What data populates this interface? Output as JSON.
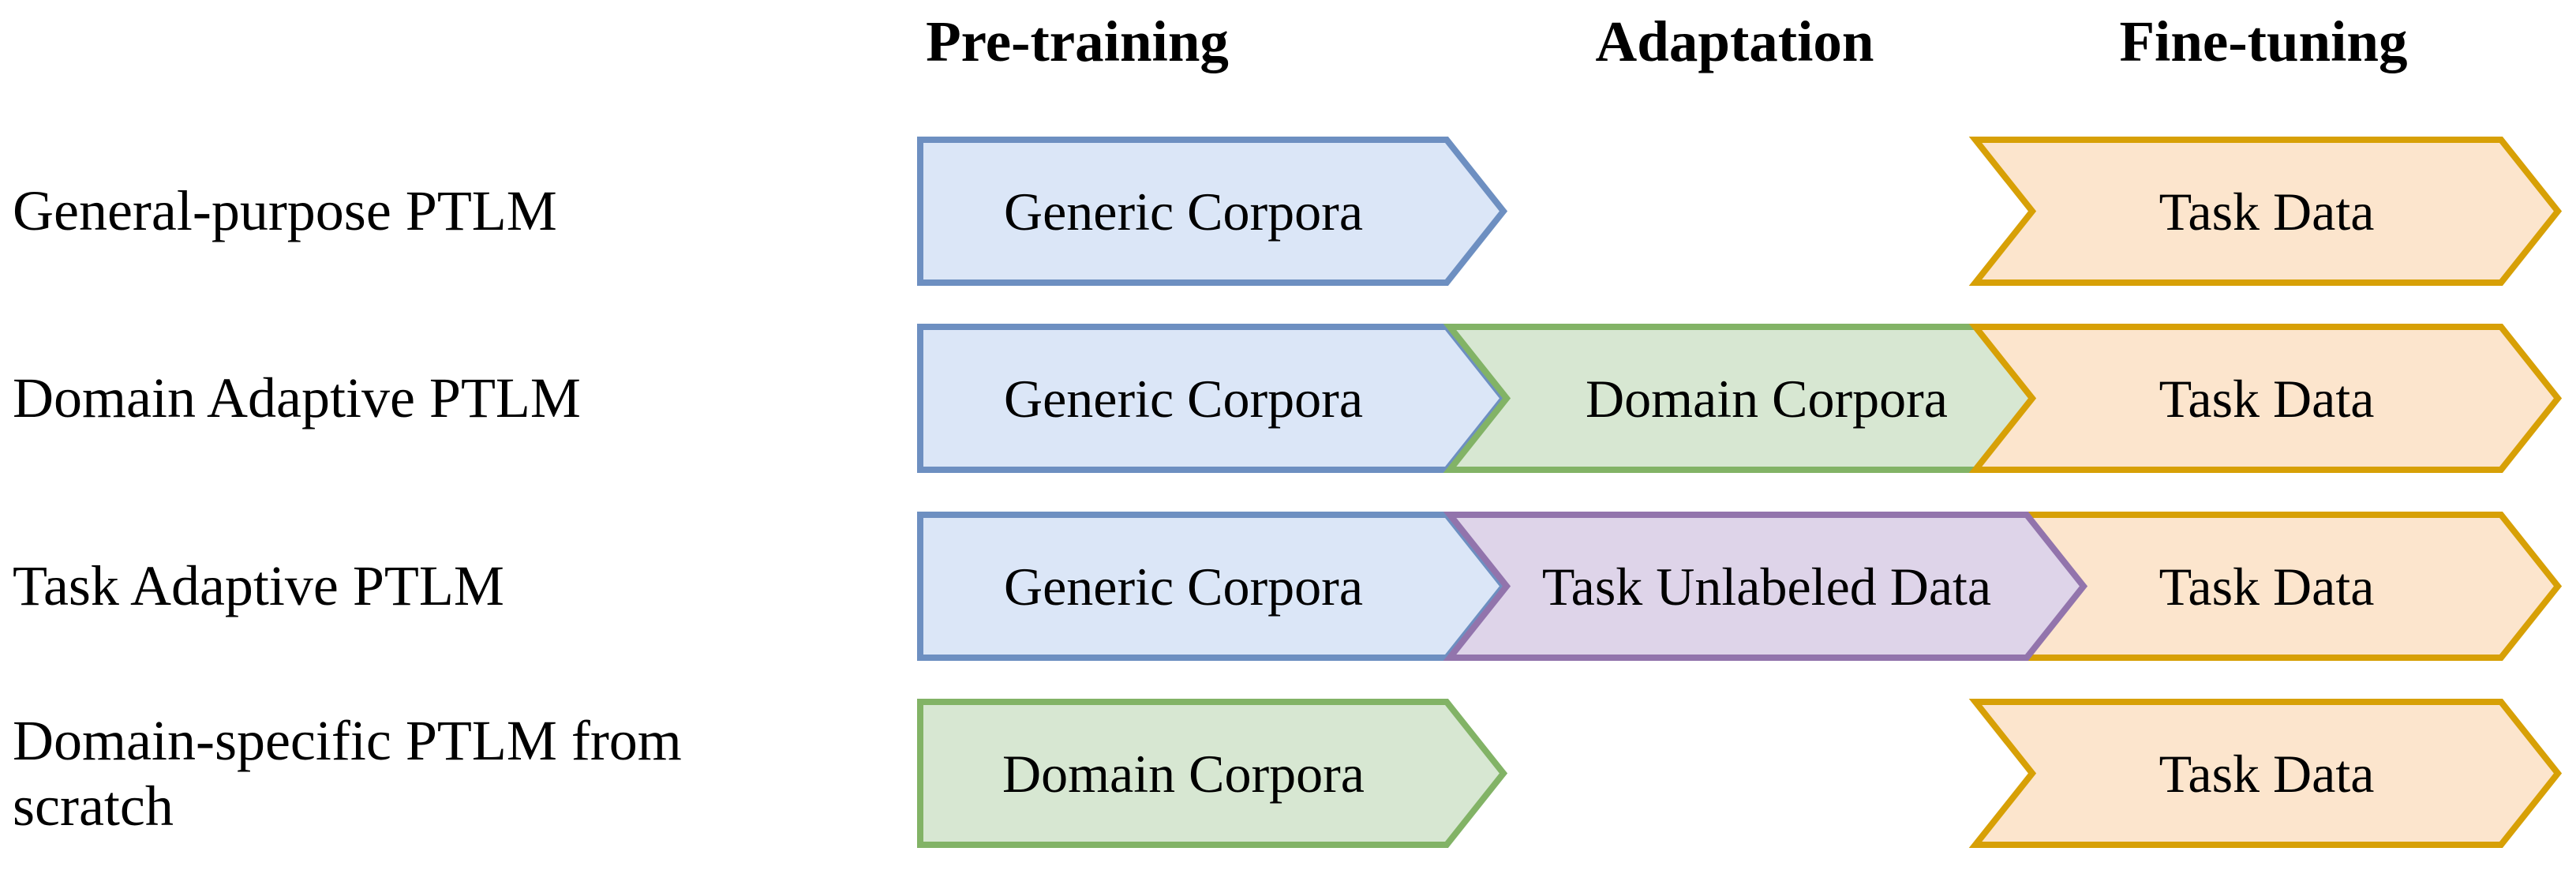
{
  "canvas": {
    "background": "#ffffff",
    "text_color": "#000000"
  },
  "columns": [
    {
      "id": "pre-training",
      "label": "Pre-training"
    },
    {
      "id": "adaptation",
      "label": "Adaptation"
    },
    {
      "id": "fine-tuning",
      "label": "Fine-tuning"
    }
  ],
  "colors": {
    "blue": {
      "fill": "#dbe6f7",
      "stroke": "#6d8fc1"
    },
    "green": {
      "fill": "#d7e7d2",
      "stroke": "#82b366"
    },
    "orange": {
      "fill": "#fce5cd",
      "stroke": "#d7a006"
    },
    "purple": {
      "fill": "#ded4e9",
      "stroke": "#9274ac"
    }
  },
  "rows": [
    {
      "label": "General-purpose PTLM",
      "stages": [
        {
          "text": "Generic Corpora",
          "column": "Pre-training",
          "color": "blue"
        },
        {
          "text": "Task Data",
          "column": "Fine-tuning",
          "color": "orange"
        }
      ]
    },
    {
      "label": "Domain Adaptive PTLM",
      "stages": [
        {
          "text": "Generic Corpora",
          "column": "Pre-training",
          "color": "blue"
        },
        {
          "text": "Domain Corpora",
          "column": "Adaptation",
          "color": "green"
        },
        {
          "text": "Task Data",
          "column": "Fine-tuning",
          "color": "orange"
        }
      ]
    },
    {
      "label": "Task Adaptive PTLM",
      "stages": [
        {
          "text": "Generic Corpora",
          "column": "Pre-training",
          "color": "blue"
        },
        {
          "text": "Task Unlabeled Data",
          "column": "Adaptation",
          "color": "purple"
        },
        {
          "text": "Task Data",
          "column": "Fine-tuning",
          "color": "orange"
        }
      ]
    },
    {
      "label": "Domain-specific PTLM from scratch",
      "stages": [
        {
          "text": "Domain Corpora",
          "column": "Pre-training",
          "color": "green"
        },
        {
          "text": "Task Data",
          "column": "Fine-tuning",
          "color": "orange"
        }
      ]
    }
  ]
}
